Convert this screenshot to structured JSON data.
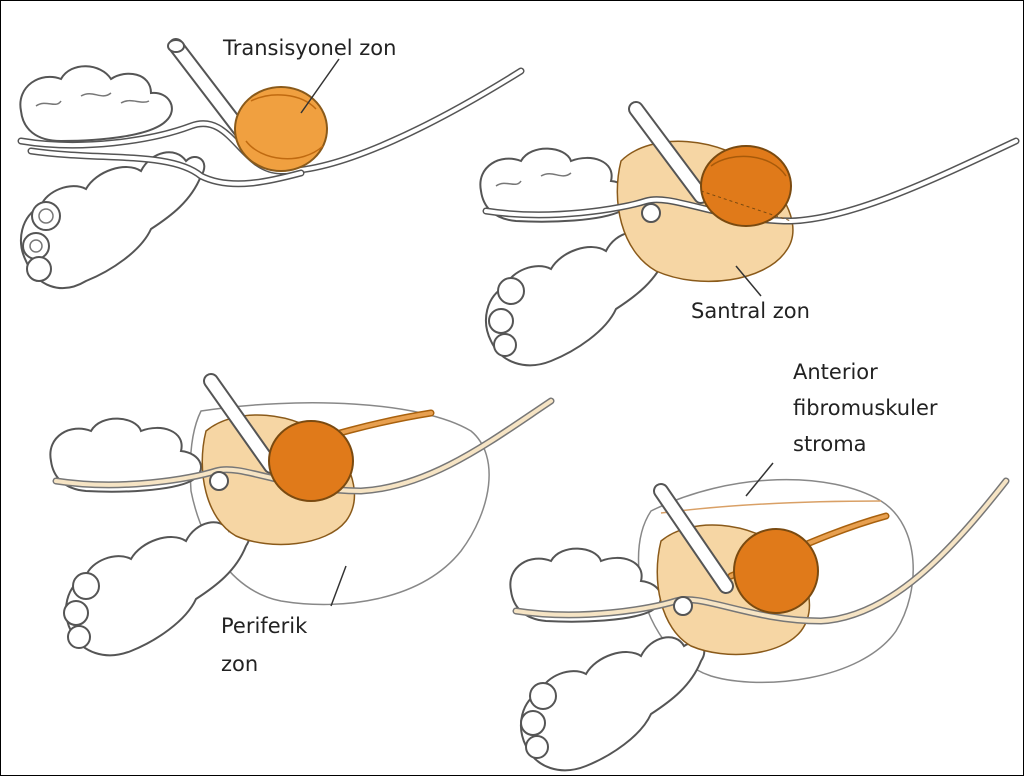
{
  "labels": {
    "transitional": "Transisyonel zon",
    "central": "Santral  zon",
    "anterior_line1": "Anterior",
    "anterior_line2": "fibromuskuler",
    "anterior_line3": "stroma",
    "peripheral_line1": "Periferik",
    "peripheral_line2": "zon"
  },
  "colors": {
    "zone_dark": "#e07a1a",
    "zone_mid": "#f0a040",
    "zone_light": "#f6d6a4",
    "outline": "#6b4a1f",
    "tissue": "#ffffff",
    "stroke": "#555555"
  }
}
